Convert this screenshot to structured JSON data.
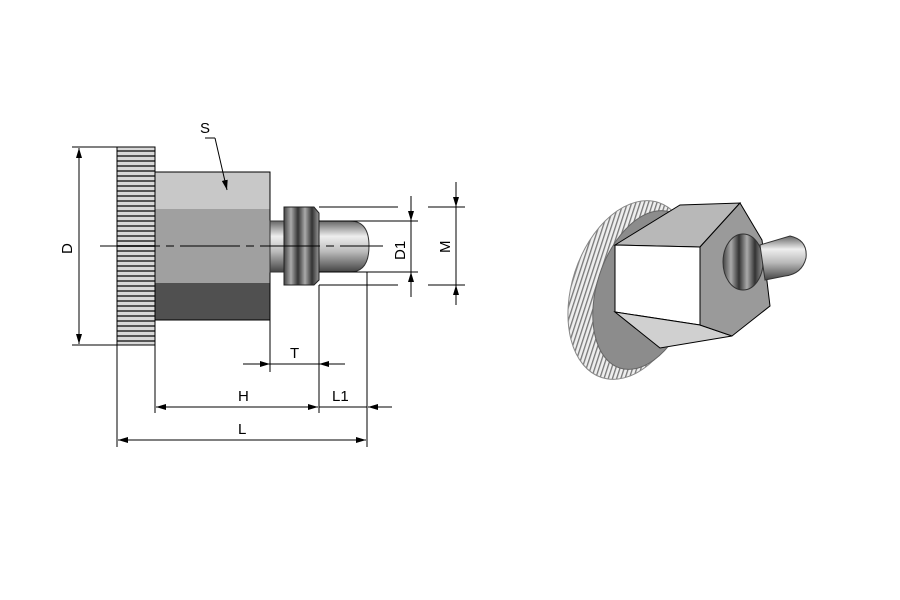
{
  "drawing": {
    "labels": {
      "S": "S",
      "D": "D",
      "D1": "D1",
      "M": "M",
      "T": "T",
      "H": "H",
      "L1": "L1",
      "L": "L"
    },
    "colors": {
      "hex_top": "#c8c8c8",
      "hex_mid": "#a0a0a0",
      "hex_bottom": "#505050",
      "line": "#000000"
    }
  }
}
